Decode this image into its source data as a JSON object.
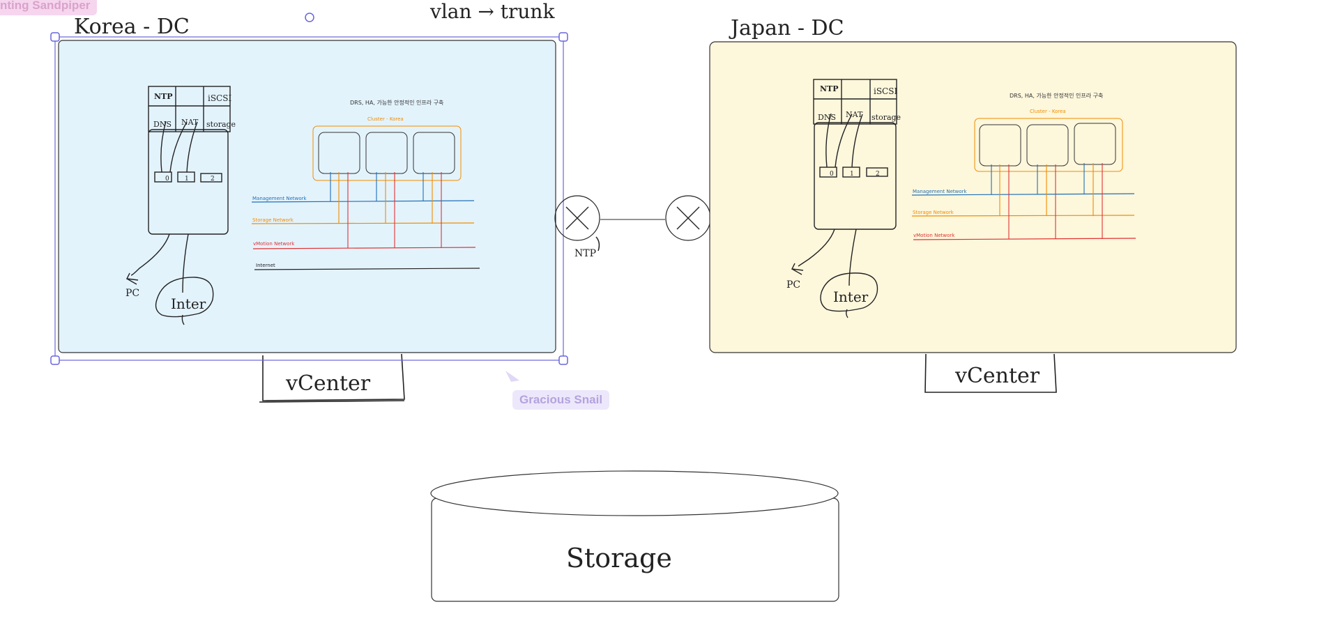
{
  "collaborators": {
    "top_left_name": "nting Sandpiper",
    "cursor_name": "Gracious Snail",
    "top_left_color": "#f6d5ef",
    "cursor_color": "#ede7fb"
  },
  "annotations": {
    "vlan_note": "vlan → trunk",
    "ntp_label": "NTP"
  },
  "colors": {
    "korea_fill": "#e3f3fc",
    "japan_fill": "#fdf7dc",
    "management": "#1f6fb5",
    "storage": "#f08c00",
    "vmotion": "#e03131",
    "selection": "#6965db"
  },
  "datacenters": [
    {
      "title": "Korea - DC",
      "vcenter_label": "vCenter",
      "rack": {
        "top_row": [
          "NTP",
          "",
          "iSCSI"
        ],
        "bottom_row": [
          "DNS",
          "NAT",
          "storage"
        ],
        "ports": [
          "0",
          "1",
          "2"
        ]
      },
      "pc_label": "PC",
      "internet_label": "Inter",
      "diagram_title": "DRS, HA, 가능한 안정적인 인프라 구축",
      "cluster_label": "Cluster - Korea",
      "networks": [
        "Management Network",
        "Storage Network",
        "vMotion Network",
        "Internet"
      ]
    },
    {
      "title": "Japan - DC",
      "vcenter_label": "vCenter",
      "rack": {
        "top_row": [
          "NTP",
          "",
          "iSCSI"
        ],
        "bottom_row": [
          "DNS",
          "NAT",
          "storage"
        ],
        "ports": [
          "0",
          "1",
          "2"
        ]
      },
      "pc_label": "PC",
      "internet_label": "Inter",
      "diagram_title": "DRS, HA, 가능한 안정적인 인프라 구축",
      "cluster_label": "Cluster - Korea",
      "networks": [
        "Management Network",
        "Storage Network",
        "vMotion Network"
      ]
    }
  ],
  "storage": {
    "label": "Storage"
  }
}
